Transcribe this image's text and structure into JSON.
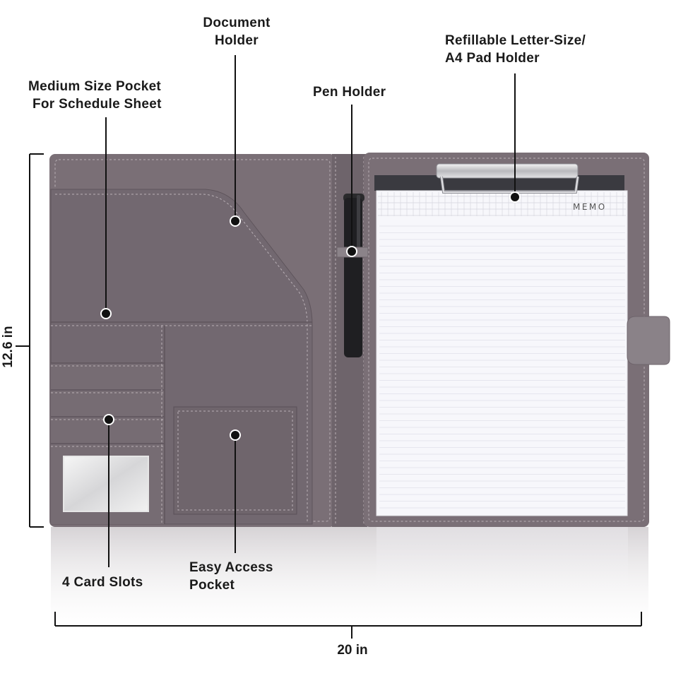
{
  "callouts": {
    "document_holder": {
      "line1": "Document",
      "line2": "Holder"
    },
    "pad_holder": {
      "line1": "Refillable Letter-Size/",
      "line2": "A4 Pad Holder"
    },
    "medium_pocket": {
      "line1": "Medium Size Pocket",
      "line2": "For Schedule Sheet"
    },
    "pen_holder": {
      "line1": "Pen Holder"
    },
    "card_slots": {
      "line1": "4 Card Slots"
    },
    "easy_access": {
      "line1": "Easy Access",
      "line2": "Pocket"
    }
  },
  "dimensions": {
    "height": "12.6 in",
    "width": "20 in"
  },
  "pad": {
    "header_text": "MEMO"
  },
  "colors": {
    "leather": "#7a6f76",
    "leather_dark": "#5f555c",
    "stitch": "#b9b0b6",
    "label": "#1a1a1a"
  }
}
